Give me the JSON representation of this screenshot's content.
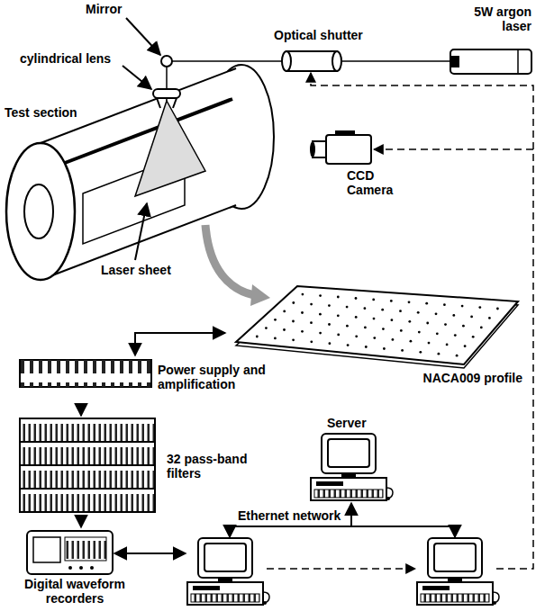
{
  "diagram": {
    "nodes": [
      {
        "text": [
          "5W argon laser"
        ]
      },
      {
        "text": [
          "Optical shutter"
        ]
      },
      {
        "text": [
          "CCD Camera"
        ]
      },
      {
        "text": [
          "Test section"
        ]
      },
      {
        "text": [
          "NACA009 profile"
        ]
      },
      {
        "text": [
          "Power supply and amplification"
        ]
      },
      {
        "text": [
          "32 pass-band filters"
        ]
      },
      {
        "text": [
          "Digital waveform recorders"
        ]
      },
      {
        "text": [
          "Server"
        ]
      }
    ],
    "edges": [
      {
        "from": 5,
        "to": 4,
        "arrow": "both"
      },
      {
        "from": 5,
        "to": 6,
        "arrow": "to"
      },
      {
        "from": 6,
        "to": 7,
        "arrow": "to"
      }
    ],
    "labels": [
      "Mirror",
      "cylindrical lens",
      "Laser sheet",
      "Ethernet network"
    ]
  }
}
